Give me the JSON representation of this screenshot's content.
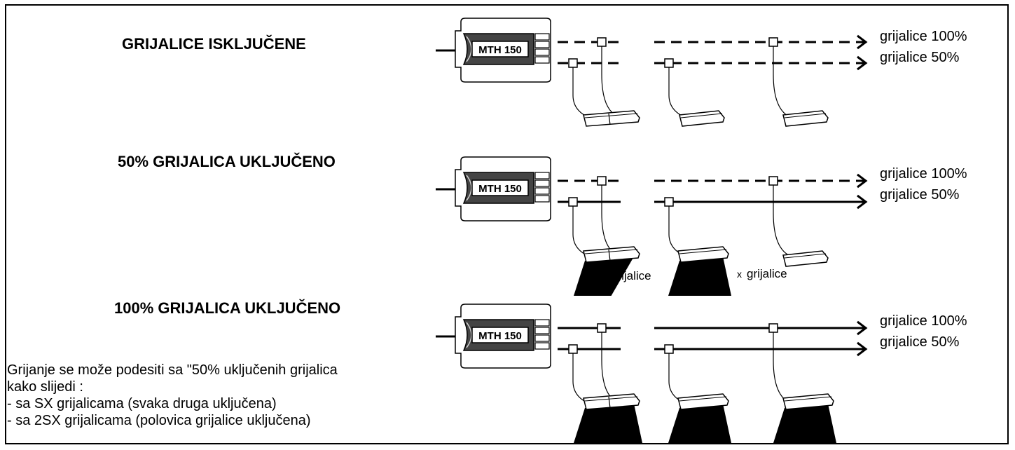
{
  "sections": [
    {
      "heading": "GRIJALICE ISKLJUČENE",
      "state": "off"
    },
    {
      "heading": "50%  GRIJALICA UKLJUČENO",
      "state": "half"
    },
    {
      "heading": "100% GRIJALICA UKLJUČENO",
      "state": "full"
    }
  ],
  "device": {
    "label": "MTH 150"
  },
  "line_labels": {
    "full": "grijalice 100%",
    "half": "grijalice 50%"
  },
  "overlay_labels": {
    "left": "grijalice",
    "right": "grijalice",
    "right_fragment": "x"
  },
  "note": {
    "lines": [
      "Grijanje se može podesiti sa \"50% uključenih grijalica",
      "kako slijedi :",
      "- sa SX grijalicama (svaka druga uključena)",
      "- sa 2SX grijalicama (polovica grijalice uključena)"
    ]
  },
  "colors": {
    "ink": "#000000",
    "device_face": "#444444",
    "device_label_bg": "#ffffff"
  }
}
